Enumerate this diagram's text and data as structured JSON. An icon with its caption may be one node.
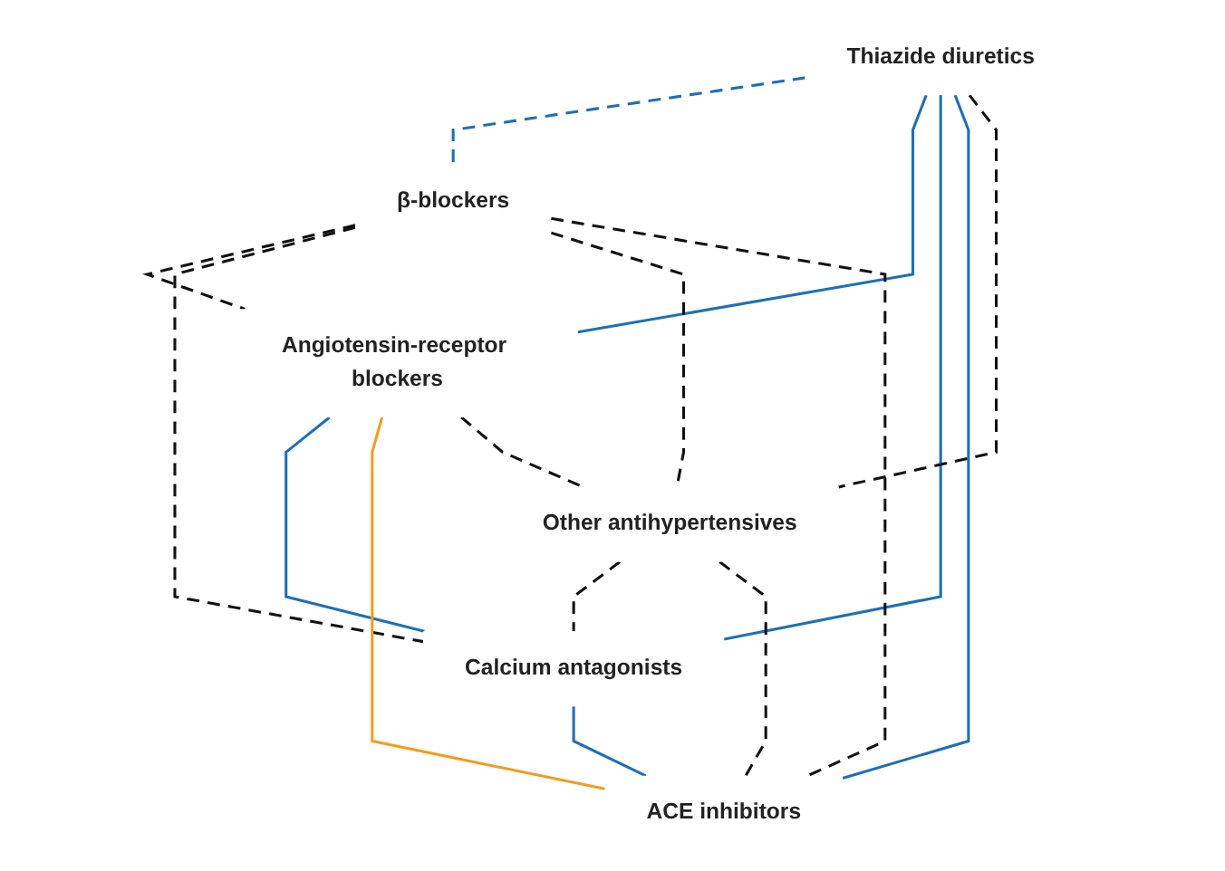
{
  "diagram": {
    "nodes": [
      {
        "text": [
          "Thiazide diuretics"
        ]
      },
      {
        "text": [
          "β-blockers"
        ]
      },
      {
        "text": [
          "Angiotensin-receptor blockers"
        ]
      },
      {
        "text": [
          "Other antihypertensives"
        ]
      },
      {
        "text": [
          "Calcium antagonists"
        ]
      },
      {
        "text": [
          "ACE inhibitors"
        ]
      }
    ],
    "edges": [
      {
        "from": 0,
        "to": 1,
        "arrow": "none",
        "style": "dashed",
        "color": "#1f6fb5"
      },
      {
        "from": 0,
        "to": 2,
        "arrow": "none",
        "color": "#1f6fb5"
      },
      {
        "from": 0,
        "to": 4,
        "arrow": "none",
        "color": "#1f6fb5"
      },
      {
        "from": 0,
        "to": 5,
        "arrow": "none",
        "color": "#1f6fb5"
      },
      {
        "from": 0,
        "to": 3,
        "arrow": "none",
        "style": "dashed"
      },
      {
        "from": 1,
        "to": 2,
        "arrow": "none",
        "style": "dashed"
      },
      {
        "from": 1,
        "to": 4,
        "arrow": "none",
        "style": "dashed"
      },
      {
        "from": 1,
        "to": 3,
        "arrow": "none",
        "style": "dashed"
      },
      {
        "from": 1,
        "to": 5,
        "arrow": "none",
        "style": "dashed"
      },
      {
        "from": 2,
        "to": 4,
        "arrow": "none",
        "color": "#1f6fb5"
      },
      {
        "from": 2,
        "to": 5,
        "arrow": "none",
        "color": "#f39c1f"
      },
      {
        "from": 2,
        "to": 3,
        "arrow": "none",
        "style": "dashed"
      },
      {
        "from": 3,
        "to": 4,
        "arrow": "none",
        "style": "dashed"
      },
      {
        "from": 3,
        "to": 5,
        "arrow": "none",
        "style": "dashed"
      },
      {
        "from": 4,
        "to": 5,
        "arrow": "none",
        "color": "#1f6fb5"
      }
    ]
  }
}
